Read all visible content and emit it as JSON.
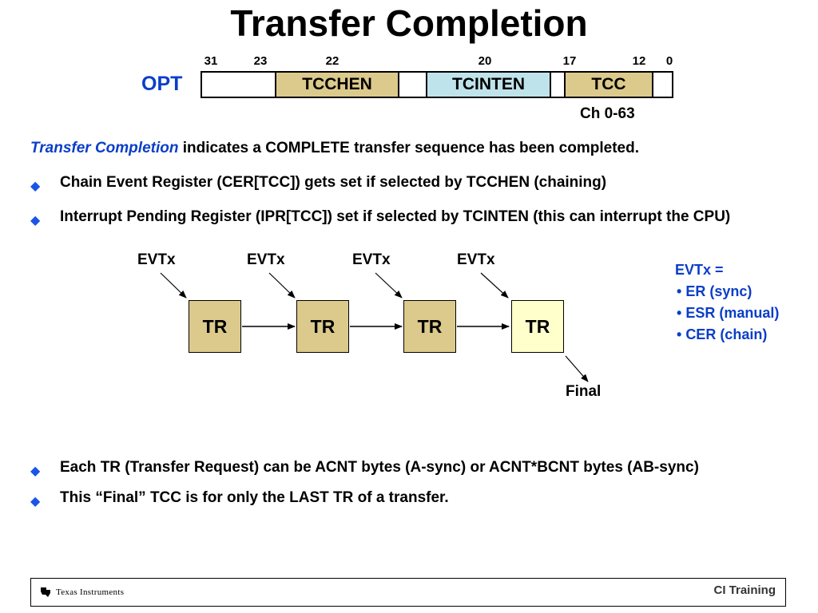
{
  "title": "Transfer Completion",
  "register": {
    "label": "OPT",
    "bit_numbers": [
      "31",
      "23",
      "22",
      "20",
      "17",
      "12",
      "0"
    ],
    "fields": {
      "tcchen": "TCCHEN",
      "tcinten": "TCINTEN",
      "tcc": "TCC"
    },
    "tcc_note": "Ch 0-63"
  },
  "intro": {
    "emphasis": "Transfer Completion",
    "rest": " indicates a COMPLETE transfer sequence has been completed."
  },
  "bullets_top": [
    "Chain Event Register (CER[TCC]) gets set if selected by TCCHEN (chaining)",
    "Interrupt Pending Register (IPR[TCC]) set if selected by TCINTEN (this can interrupt the CPU)"
  ],
  "diagram": {
    "event_labels": [
      "EVTx",
      "EVTx",
      "EVTx",
      "EVTx"
    ],
    "tr_labels": [
      "TR",
      "TR",
      "TR",
      "TR"
    ],
    "final_label": "Final",
    "legend_title": "EVTx =",
    "legend_items": [
      "ER (sync)",
      "ESR (manual)",
      "CER (chain)"
    ]
  },
  "bullets_bottom": [
    "Each TR (Transfer Request) can be ACNT bytes (A-sync) or ACNT*BCNT bytes (AB-sync)",
    "This “Final” TCC is for only the LAST TR of a transfer."
  ],
  "footer": {
    "company": "Texas Instruments",
    "tagline": "CI Training"
  },
  "colors": {
    "accent_blue": "#0a3ec8",
    "field_tan": "#dcc98c",
    "field_blue": "#bfe3ea",
    "final_tr_fill": "#ffffcc"
  }
}
